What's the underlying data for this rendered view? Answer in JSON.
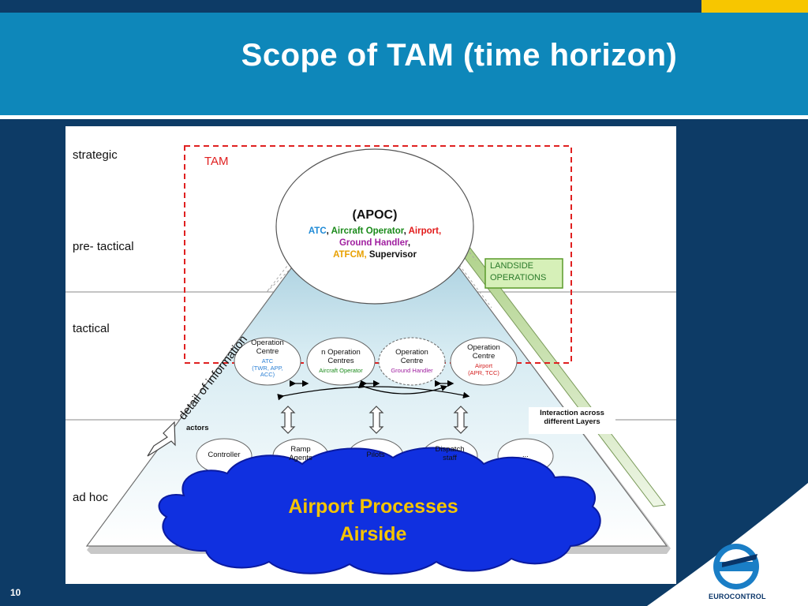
{
  "slide": {
    "title": "Scope of TAM (time horizon)",
    "slide_number": "10",
    "logo_text": "EUROCONTROL"
  },
  "diagram": {
    "time_horizons": [
      "strategic",
      "pre- tactical",
      "tactical",
      "ad hoc"
    ],
    "tam_label": "TAM",
    "apoc": {
      "title": "(APOC)",
      "atc": "ATC",
      "aircraft_operator": "Aircraft Operator",
      "airport": "Airport",
      "ground_handler": "Ground Handler",
      "atfcm": "ATFCM,",
      "supervisor": "Supervisor"
    },
    "landside": [
      "LANDSIDE",
      "OPERATIONS"
    ],
    "detail_label": "detail of information",
    "operation_centres": [
      {
        "name": [
          "Operation",
          "Centre"
        ],
        "sub": [
          "ATC",
          "(TWR, APP,",
          "ACC)"
        ],
        "sub_color": "#2a7fd4"
      },
      {
        "name": [
          "n Operation",
          "Centres"
        ],
        "sub": [
          "Aircraft Operator"
        ],
        "sub_color": "#1a8a1a"
      },
      {
        "name": [
          "Operation",
          "Centre"
        ],
        "sub": [
          "Ground Handler"
        ],
        "sub_color": "#a020a0"
      },
      {
        "name": [
          "Operation",
          "Centre"
        ],
        "sub": [
          "Airport",
          "(APR, TCC)"
        ],
        "sub_color": "#d42020"
      }
    ],
    "interaction_label": [
      "Interaction across",
      "different Layers"
    ],
    "actors_label": "actors",
    "actors": [
      [
        "Controller"
      ],
      [
        "Ramp",
        "Agents"
      ],
      [
        "Pilots"
      ],
      [
        "Dispatch",
        "staff"
      ],
      [
        "..."
      ]
    ],
    "processes": [
      "Airport Processes",
      "Airside"
    ],
    "colors": {
      "atc": "#1f8ad6",
      "aircraft_operator": "#1a8a1a",
      "airport": "#e21a1a",
      "ground_handler": "#a020a0",
      "atfcm": "#e8a000",
      "tam": "#e02020",
      "cloud": "#1030e0",
      "cloud_text": "#f5c400"
    }
  }
}
